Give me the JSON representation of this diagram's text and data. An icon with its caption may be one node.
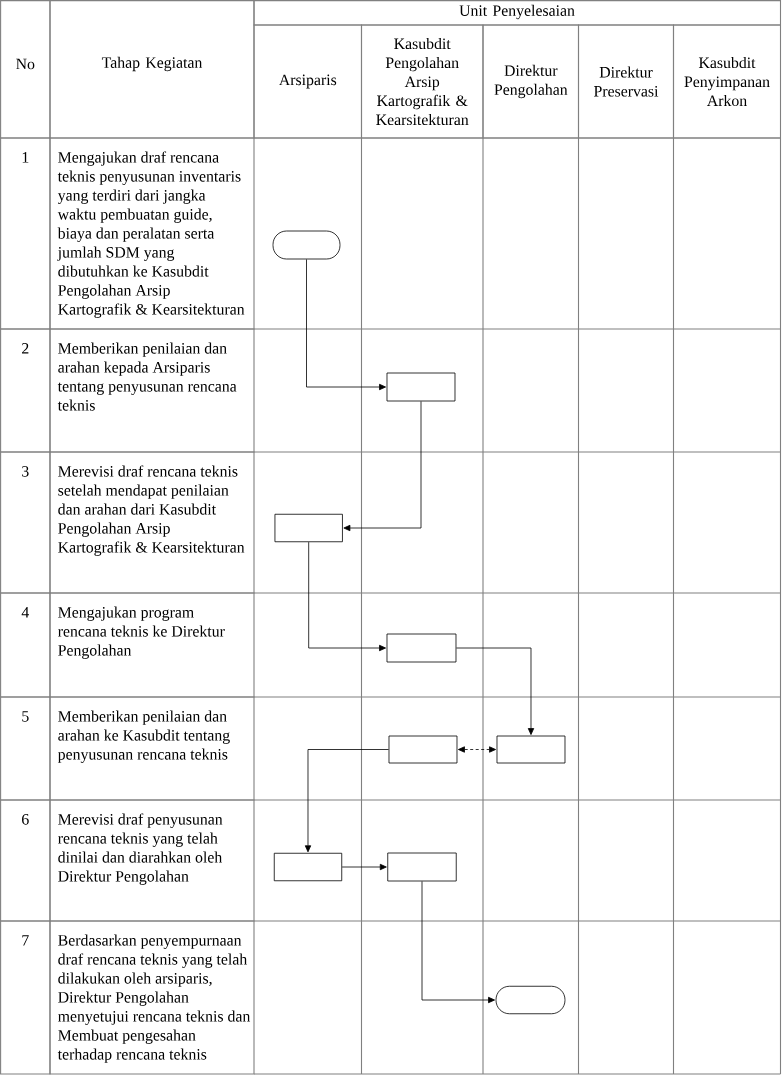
{
  "diagram": {
    "nodes": [
      {
        "text": [],
        "shape": "pill"
      },
      {
        "text": [],
        "shape": "box"
      },
      {
        "text": [],
        "shape": "box"
      },
      {
        "text": [],
        "shape": "box"
      },
      {
        "text": [],
        "shape": "box"
      },
      {
        "text": [],
        "shape": "box"
      },
      {
        "text": [],
        "shape": "box"
      },
      {
        "text": [],
        "shape": "box"
      },
      {
        "text": [],
        "shape": "pill"
      }
    ],
    "edges": [
      {
        "from": 0,
        "to": 1,
        "arrow": "to"
      },
      {
        "from": 1,
        "to": 2,
        "arrow": "to"
      },
      {
        "from": 2,
        "to": 3,
        "arrow": "to"
      },
      {
        "from": 3,
        "to": 5,
        "arrow": "to"
      },
      {
        "from": 4,
        "to": 5,
        "arrow": "both",
        "style": "dashed"
      },
      {
        "from": 4,
        "to": 6,
        "arrow": "to"
      },
      {
        "from": 6,
        "to": 7,
        "arrow": "to"
      },
      {
        "from": 7,
        "to": 8,
        "arrow": "to"
      }
    ],
    "labels": [
      "No",
      "Tahap Kegiatan",
      "Unit Penyelesaian",
      "Arsiparis",
      "Kasubdit Pengolahan Arsip Kartografik & Kearsitekturan",
      "Direktur Pengolahan",
      "Direktur Preservasi",
      "Kasubdit Penyimpanan Arkon",
      "1",
      "Mengajukan draf rencana teknis penyusunan inventaris yang terdiri dari jangka waktu pembuatan guide, biaya dan peralatan serta jumlah SDM yang dibutuhkan ke Kasubdit Pengolahan Arsip Kartografik & Kearsitekturan",
      "2",
      "Memberikan penilaian dan arahan kepada Arsiparis tentang penyusunan rencana teknis",
      "3",
      "Merevisi draf rencana teknis setelah mendapat penilaian dan arahan dari Kasubdit Pengolahan Arsip Kartografik & Kearsitekturan",
      "4",
      "Mengajukan program rencana teknis ke Direktur Pengolahan",
      "5",
      "Memberikan penilaian dan arahan ke Kasubdit tentang penyusunan rencana teknis",
      "6",
      "Merevisi draf penyusunan rencana teknis yang telah dinilai dan diarahkan oleh Direktur Pengolahan",
      "7",
      "Berdasarkan penyempurnaan draf rencana teknis yang telah dilakukan oleh arsiparis, Direktur Pengolahan menyetujui rencana teknis dan Membuat pengesahan terhadap rencana teknis"
    ]
  }
}
